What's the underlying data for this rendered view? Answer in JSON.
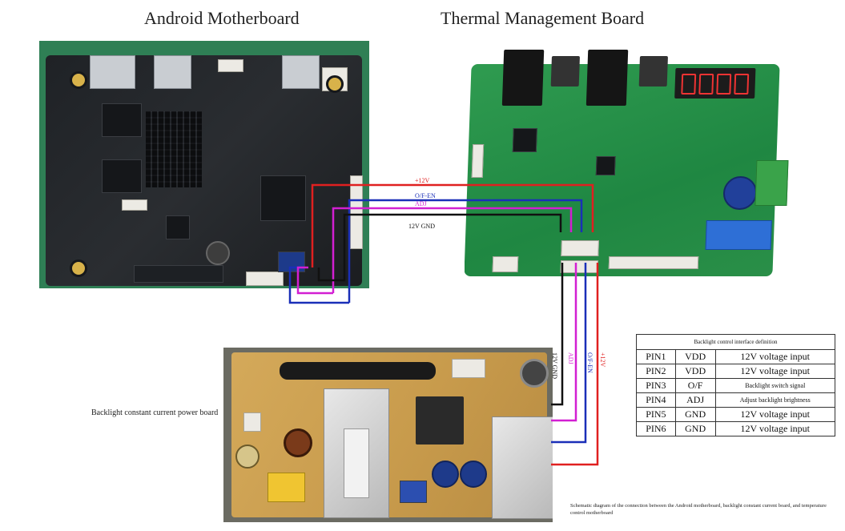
{
  "titles": {
    "android": "Android Motherboard",
    "thermal": "Thermal Management Board"
  },
  "wires": {
    "v12": "+12V",
    "ofen": "O/F-EN",
    "adj": "ADJ",
    "gnd": "12V GND",
    "down_gnd": "12V GND",
    "down_adj": "ADJ",
    "down_ofen": "O/F-EN",
    "down_v12": "+12V"
  },
  "colors": {
    "red": "#e02020",
    "blue": "#1a2fb8",
    "magenta": "#d21fd2",
    "black": "#111111"
  },
  "power_board_label": "Backlight constant current power board",
  "table": {
    "title": "Backlight control interface definition",
    "rows": [
      {
        "pin": "PIN1",
        "signal": "VDD",
        "desc": "12V voltage input",
        "size": "normal"
      },
      {
        "pin": "PIN2",
        "signal": "VDD",
        "desc": "12V voltage input",
        "size": "normal"
      },
      {
        "pin": "PIN3",
        "signal": "O/F",
        "desc": "Backlight switch signal",
        "size": "small"
      },
      {
        "pin": "PIN4",
        "signal": "ADJ",
        "desc": "Adjust backlight brightness",
        "size": "small"
      },
      {
        "pin": "PIN5",
        "signal": "GND",
        "desc": "12V voltage input",
        "size": "normal"
      },
      {
        "pin": "PIN6",
        "signal": "GND",
        "desc": "12V voltage input",
        "size": "normal"
      }
    ]
  },
  "caption": "Schematic diagram of the connection between the Android motherboard, backlight constant current board, and temperature control motherboard"
}
